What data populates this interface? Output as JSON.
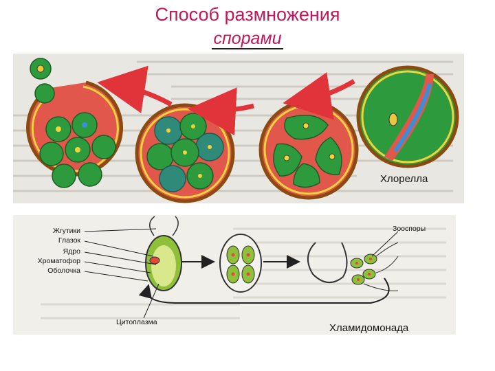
{
  "title": {
    "line1": "Способ размножения",
    "line2": "спорами"
  },
  "chlorella": {
    "label": "Хлорелла"
  },
  "chlamydomonas": {
    "label": "Хламидомонада",
    "parts": {
      "flagella": "Жгутики",
      "eyespot": "Глазок",
      "nucleus": "Ядро",
      "chromatophore": "Хроматофор",
      "shell": "Оболочка",
      "cytoplasm": "Цитоплазма",
      "zoospores": "Зооспоры"
    }
  },
  "colors": {
    "title": "#c2185b",
    "cell_wall": "#8a4a10",
    "cytoplasm_red": "#e2574c",
    "spore_green": "#2e9a3e",
    "arrow_red": "#e0343a"
  }
}
